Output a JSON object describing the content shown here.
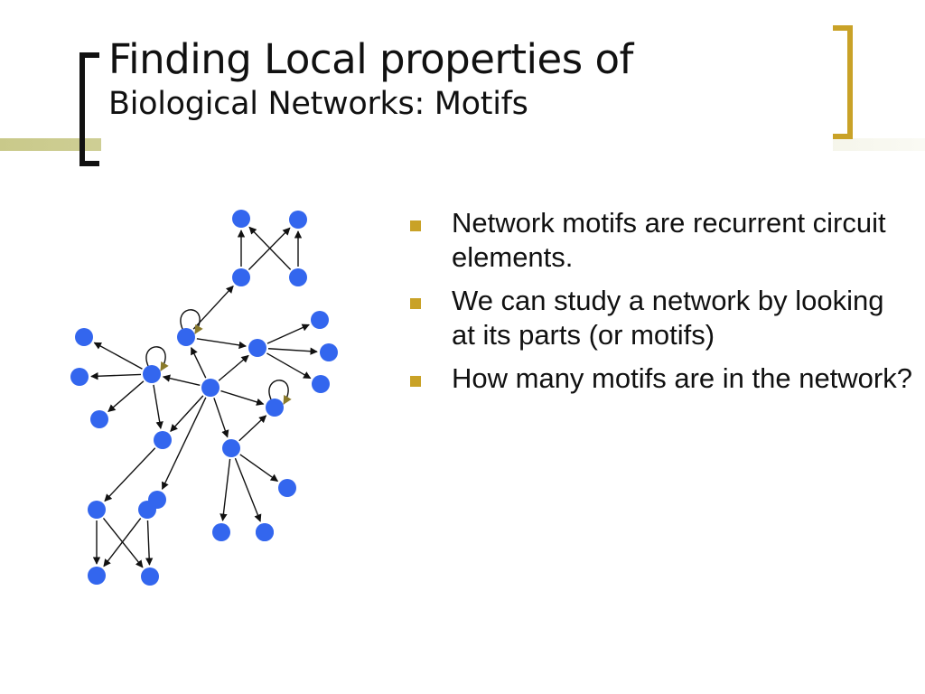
{
  "slide": {
    "title_line1": "Finding Local properties of",
    "title_line2": "Biological Networks: Motifs",
    "accent_color": "#c9a227",
    "node_color": "#3366ee",
    "bullets": [
      "Network motifs are recurrent circuit elements.",
      "We can study a network by looking at its parts (or motifs)",
      "How many motifs are in the network?"
    ],
    "bullet_icon": "gold-square-bullet"
  },
  "diagram": {
    "nodes": [
      {
        "id": "n1"
      },
      {
        "id": "n2"
      },
      {
        "id": "n3"
      },
      {
        "id": "n4"
      },
      {
        "id": "n5"
      },
      {
        "id": "n6"
      },
      {
        "id": "n7"
      },
      {
        "id": "n8"
      },
      {
        "id": "n9"
      },
      {
        "id": "n10"
      },
      {
        "id": "n11"
      },
      {
        "id": "n12"
      },
      {
        "id": "n13"
      },
      {
        "id": "n14"
      },
      {
        "id": "n15"
      },
      {
        "id": "n16"
      },
      {
        "id": "n17"
      },
      {
        "id": "n18"
      },
      {
        "id": "n19"
      },
      {
        "id": "n20"
      },
      {
        "id": "n21"
      },
      {
        "id": "n22"
      },
      {
        "id": "n23"
      },
      {
        "id": "n24"
      },
      {
        "id": "n25"
      },
      {
        "id": "n26"
      }
    ],
    "edges": [
      [
        "n3",
        "n1"
      ],
      [
        "n4",
        "n2"
      ],
      [
        "n3",
        "n2"
      ],
      [
        "n4",
        "n1"
      ],
      [
        "n6",
        "n3"
      ],
      [
        "n7",
        "n5"
      ],
      [
        "n7",
        "n8"
      ],
      [
        "n7",
        "n9"
      ],
      [
        "n6",
        "n7"
      ],
      [
        "n11",
        "n10"
      ],
      [
        "n11",
        "n12"
      ],
      [
        "n11",
        "n13"
      ],
      [
        "n14",
        "n11"
      ],
      [
        "n14",
        "n6"
      ],
      [
        "n14",
        "n7"
      ],
      [
        "n14",
        "n15"
      ],
      [
        "n14",
        "n16"
      ],
      [
        "n14",
        "n17"
      ],
      [
        "n14",
        "n22"
      ],
      [
        "n11",
        "n16"
      ],
      [
        "n17",
        "n15"
      ],
      [
        "n17",
        "n18"
      ],
      [
        "n17",
        "n24"
      ],
      [
        "n17",
        "n25"
      ],
      [
        "n16",
        "n19"
      ],
      [
        "n19",
        "n21"
      ],
      [
        "n19",
        "n23"
      ],
      [
        "n20",
        "n23"
      ],
      [
        "n20",
        "n21"
      ],
      [
        "n22",
        "n20"
      ]
    ],
    "self_loops": [
      "n6",
      "n11",
      "n15"
    ]
  }
}
